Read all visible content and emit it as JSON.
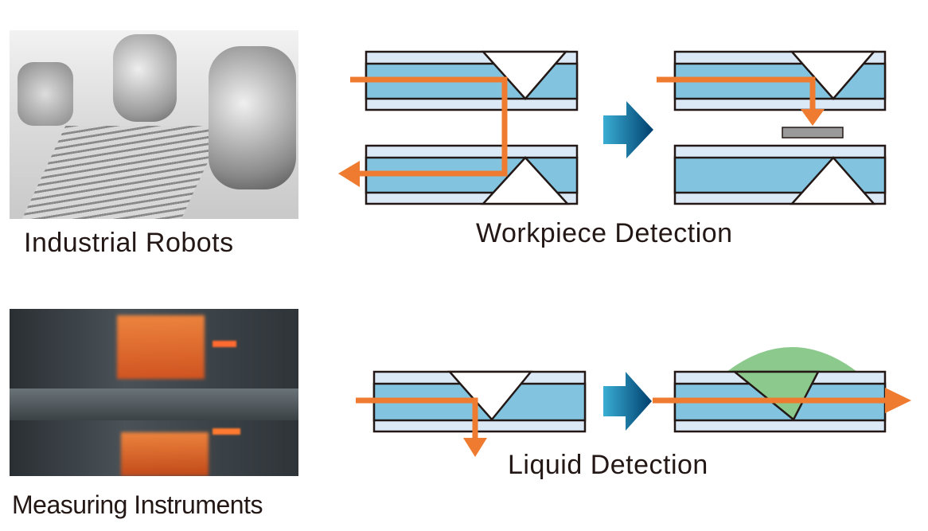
{
  "labels": {
    "industrial_robots": "Industrial Robots",
    "workpiece_detection": "Workpiece Detection",
    "measuring_instruments": "Measuring Instruments",
    "liquid_detection": "Liquid Detection"
  },
  "colors": {
    "cladding": "#dbe8f6",
    "core": "#82c3e0",
    "light_path": "#ee7b30",
    "liquid": "#8cc98c",
    "workpiece": "#9a9a9a",
    "transition_arrow": "#0a5a8a"
  }
}
